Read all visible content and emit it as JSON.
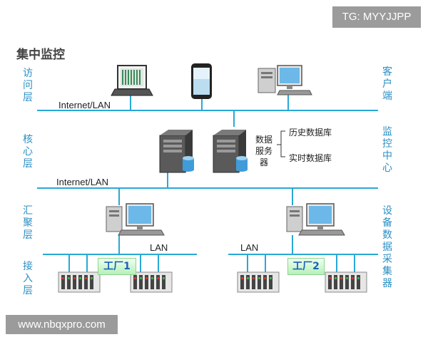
{
  "watermarks": {
    "tg": "TG: MYYJJPP",
    "site": "www.nbqxpro.com"
  },
  "title": "集中监控",
  "left_layers": [
    "访问层",
    "核心层",
    "汇聚层",
    "接入层"
  ],
  "right_layers": [
    "客户端",
    "监控中心",
    "设备数据采集器"
  ],
  "network_labels": {
    "internet_top": "Internet/LAN",
    "internet_core": "Internet/LAN",
    "lan_left": "LAN",
    "lan_right": "LAN"
  },
  "server_label": "数据服务器",
  "databases": {
    "history": "历史数据库",
    "realtime": "实时数据库"
  },
  "factories": {
    "left": "工厂1",
    "right": "工厂2"
  },
  "colors": {
    "line": "#29a8d8",
    "layer_text": "#2c8fc4",
    "factory_text": "#1a62b7"
  },
  "icons": [
    "laptop-icon",
    "smartphone-icon",
    "desktop-pc-icon",
    "server-icon",
    "database-icon",
    "plc-rack-icon"
  ]
}
